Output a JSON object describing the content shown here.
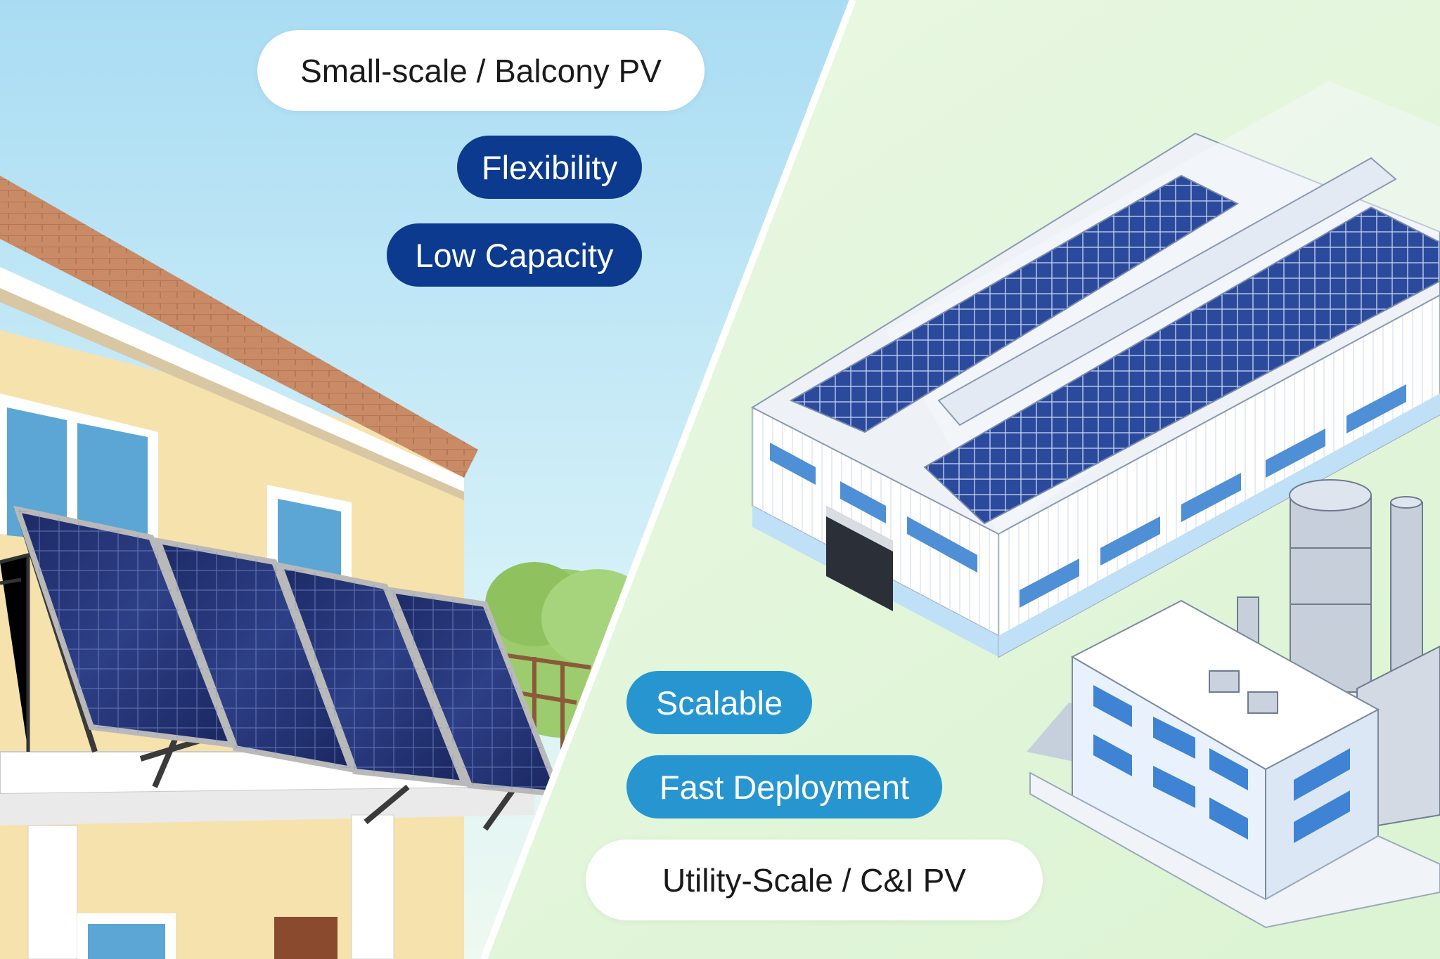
{
  "left_panel": {
    "title": "Small-scale / Balcony PV",
    "tags": [
      "Flexibility",
      "Low Capacity"
    ]
  },
  "right_panel": {
    "title": "Utility-Scale / C&I PV",
    "tags": [
      "Scalable",
      "Fast Deployment"
    ]
  },
  "colors": {
    "left_sky": "#bfe6f6",
    "right_bg": "#e6f6e0",
    "navy_tag": "#0b3a8f",
    "sky_tag": "#2796d0",
    "panel_blue": "#23336f",
    "roof": "#c98a66",
    "house_wall": "#f6e2ac"
  },
  "icons": [
    "house-balcony-illustration",
    "solar-panel-icon",
    "factory-illustration",
    "silo-icon",
    "chimney-icon"
  ]
}
